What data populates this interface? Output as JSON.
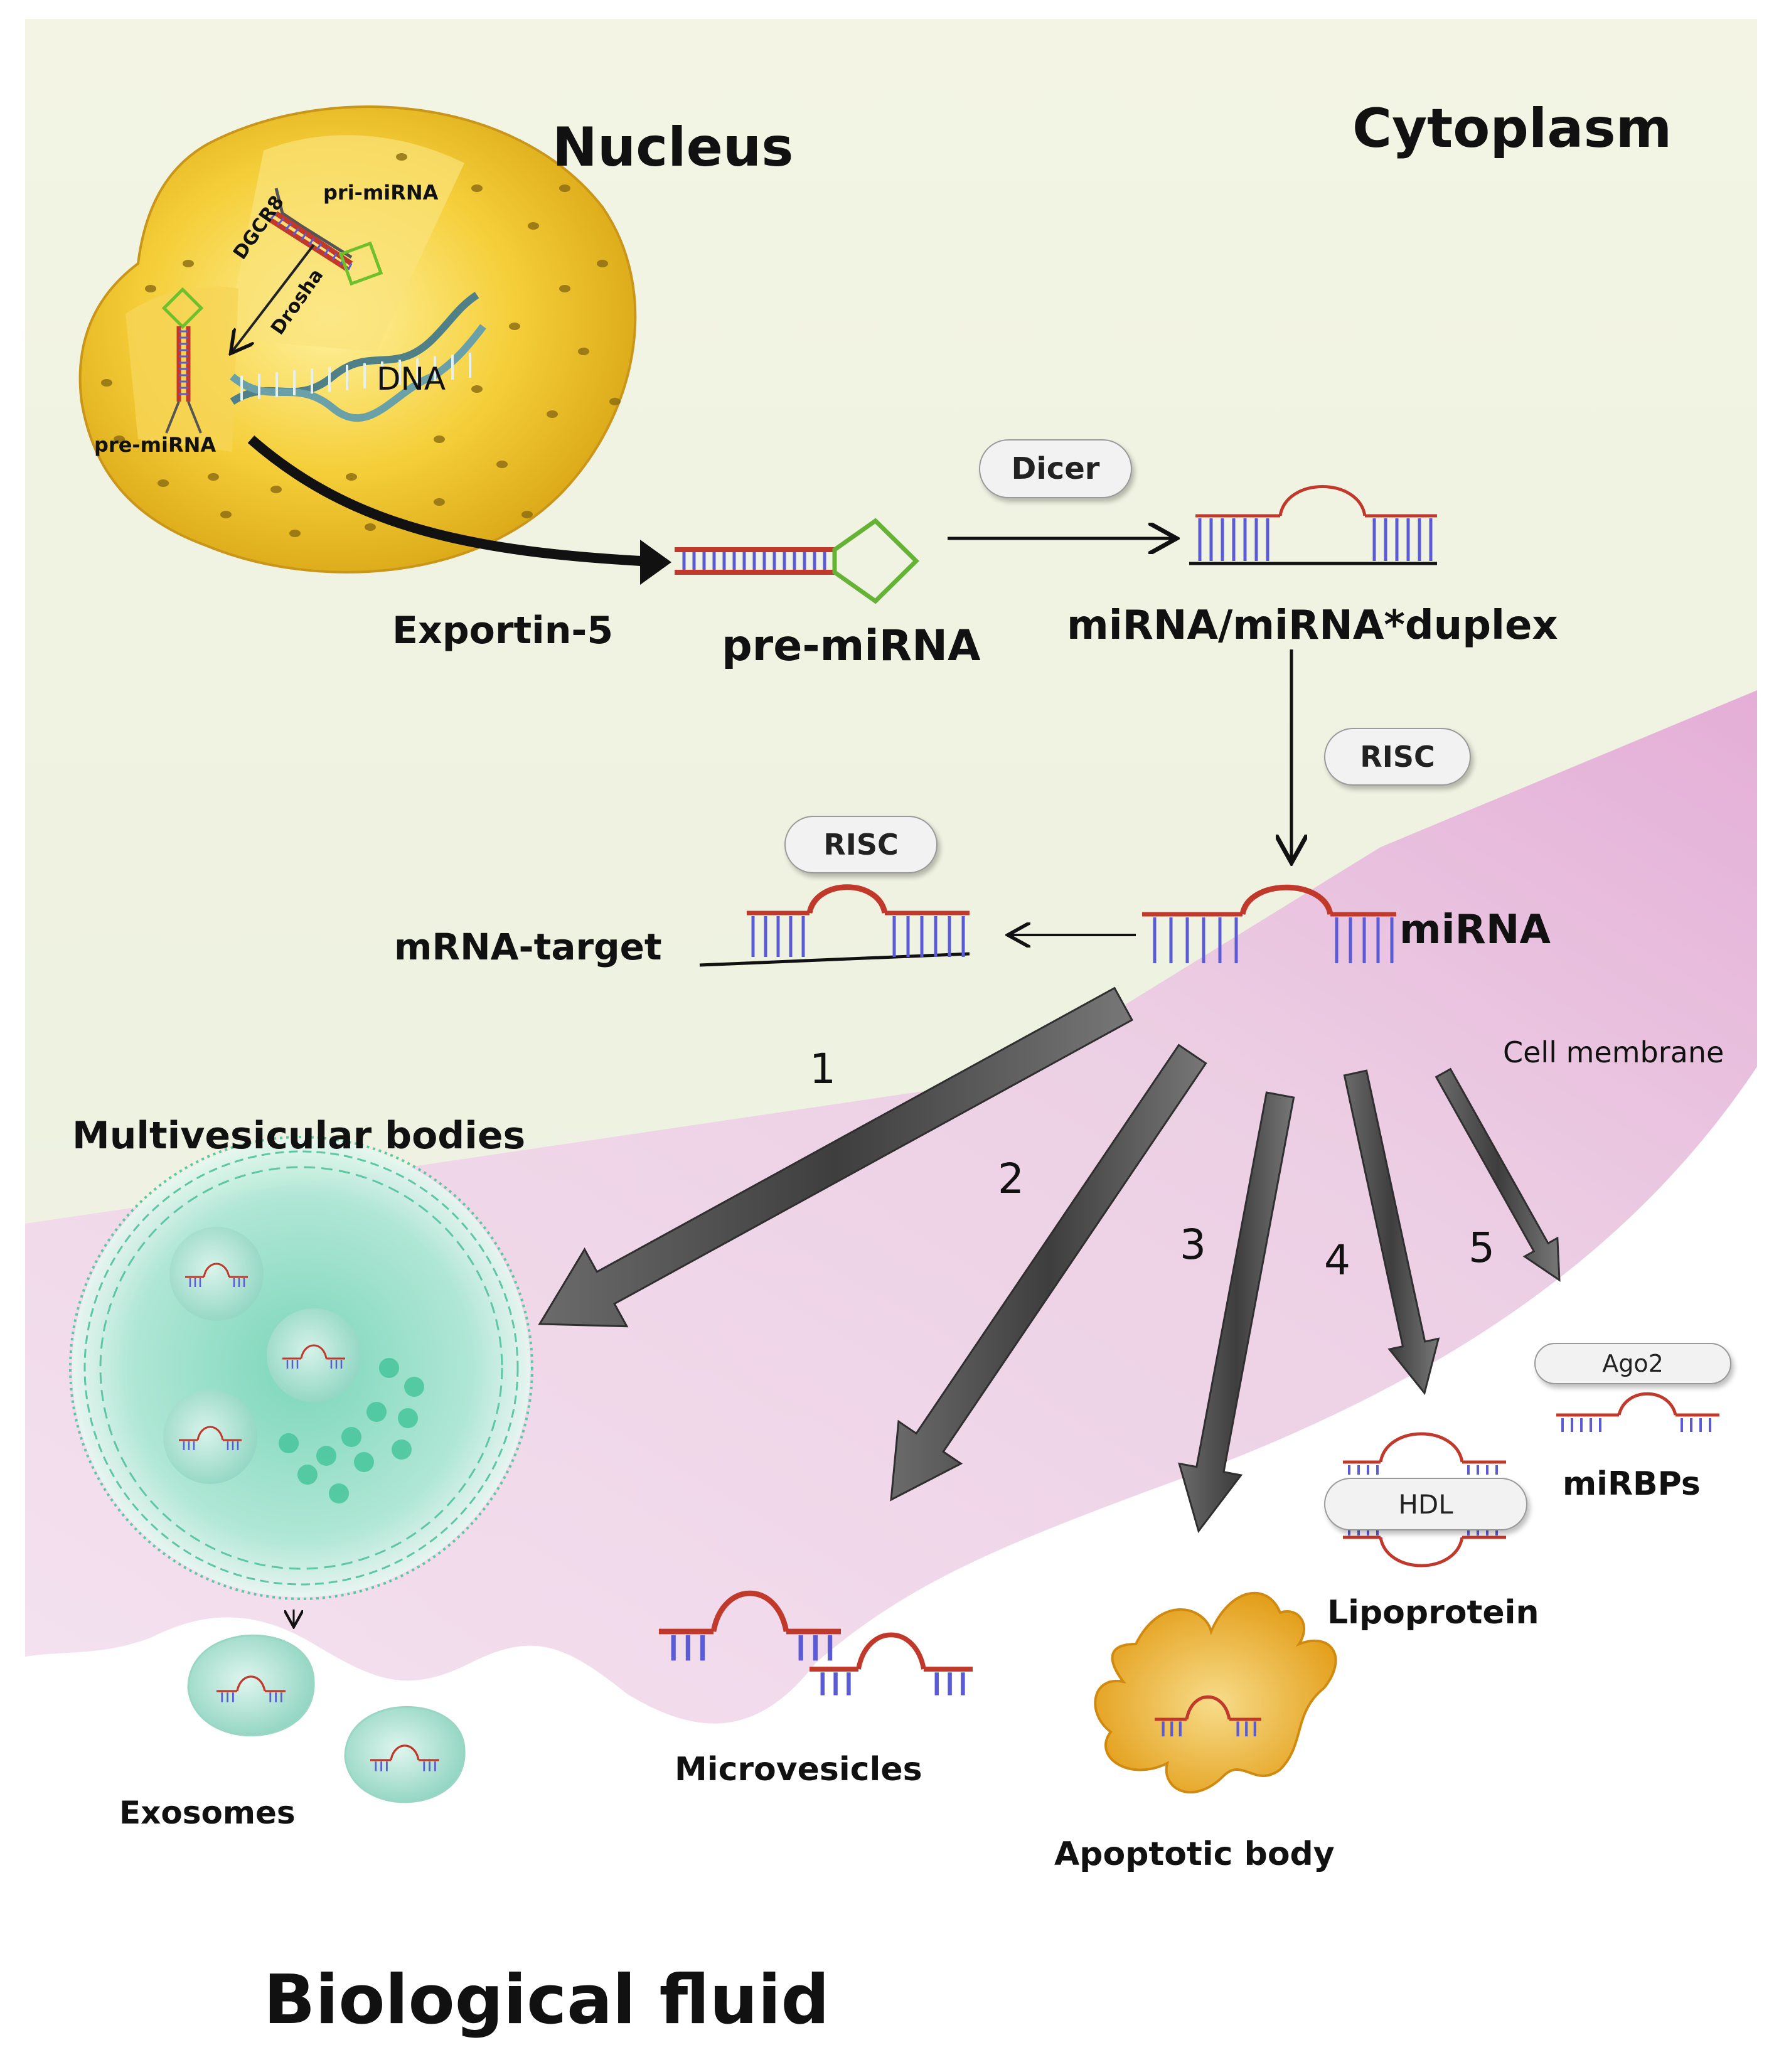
{
  "regions": {
    "nucleus": "Nucleus",
    "cytoplasm": "Cytoplasm",
    "biological_fluid": "Biological fluid",
    "cell_membrane": "Cell membrane"
  },
  "nucleus_labels": {
    "pri_mirna": "pri-miRNA",
    "pre_mirna": "pre-miRNA",
    "dgcr8": "DGCR8",
    "drosha": "Drosha",
    "dna": "DNA"
  },
  "pathway": {
    "exportin": "Exportin-5",
    "pre_mirna": "pre-miRNA",
    "dicer": "Dicer",
    "duplex": "miRNA/miRNA*duplex",
    "risc_1": "RISC",
    "risc_2": "RISC",
    "mirna": "miRNA",
    "mrna_target": "mRNA-target"
  },
  "routes": [
    "1",
    "2",
    "3",
    "4",
    "5"
  ],
  "destinations": {
    "mvb": "Multivesicular bodies",
    "exosomes": "Exosomes",
    "microvesicles": "Microvesicles",
    "apoptotic_body": "Apoptotic body",
    "hdl": "HDL",
    "lipoprotein": "Lipoprotein",
    "ago2": "Ago2",
    "mirbps": "miRBPs"
  },
  "colors": {
    "rna_strand": "#c0392b",
    "base_pairs": "#5b5bd6",
    "hairpin_loop": "#3a9a2a",
    "nucleus": "#f2c12e",
    "membrane_region": "#f1d6ee",
    "vesicle": "#8fd9c3",
    "apoptotic_body": "#e8a21e",
    "arrow_grey": "#555555"
  }
}
